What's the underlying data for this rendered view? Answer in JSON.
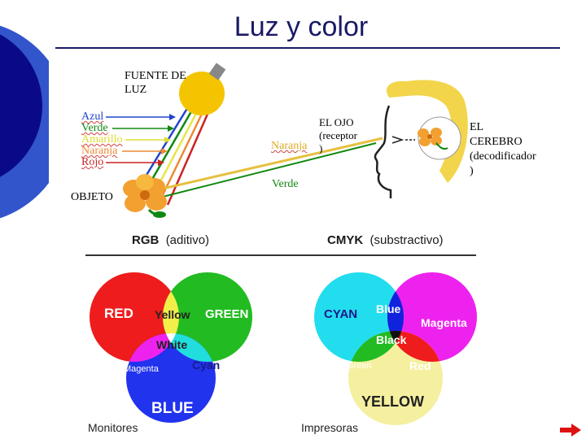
{
  "title": "Luz y color",
  "diagram": {
    "source_label": "FUENTE DE\nLUZ",
    "object_label": "OBJETO",
    "colors_list": [
      {
        "text": "Azul",
        "color": "#2244cc"
      },
      {
        "text": "Verde",
        "color": "#118811"
      },
      {
        "text": "Amarillo",
        "color": "#dddd33"
      },
      {
        "text": "Naranja",
        "color": "#ee8833"
      },
      {
        "text": "Rojo",
        "color": "#cc2222"
      }
    ],
    "reflected_label": "Naranja",
    "green_label": "Verde",
    "eye_label": "EL OJO\n(receptor\n)",
    "brain_label": "EL\nCEREBRO\n(decodificador\n)",
    "colors": {
      "blue": "#2244cc",
      "green": "#118811",
      "yellow": "#dddd33",
      "orange": "#ee8833",
      "red": "#cc2222",
      "bulb": "#f5c400",
      "hair": "#f2d54a"
    }
  },
  "rgb": {
    "header_bold": "RGB",
    "header_rest": "(aditivo)",
    "red": "RED",
    "green": "GREEN",
    "blue": "BLUE",
    "yellow": "Yellow",
    "white": "White",
    "magenta": "Magenta",
    "cyan": "Cyan",
    "caption": "Monitores"
  },
  "cmyk": {
    "header_bold": "CMYK",
    "header_rest": "(substractivo)",
    "cyan": "CYAN",
    "blue": "Blue",
    "magenta": "Magenta",
    "black": "Black",
    "green": "Green",
    "red": "Red",
    "yellow": "YELLOW",
    "caption": "Impresoras"
  },
  "nav": {
    "icon": "next-arrow-icon"
  }
}
